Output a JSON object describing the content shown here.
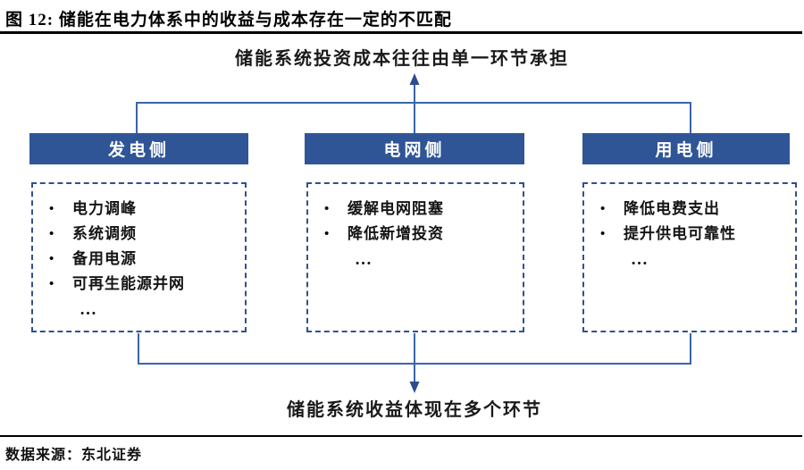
{
  "colors": {
    "header_bg": "#2f5597",
    "header_text": "#ffffff",
    "line": "#3a65a8",
    "arrow": "#2d4d8f",
    "dash_border": "#31508f",
    "text": "#141414"
  },
  "figure": {
    "title": "图 12: 储能在电力体系中的收益与成本存在一定的不匹配",
    "source": "数据来源：东北证券"
  },
  "diagram": {
    "top_label": "储能系统投资成本往往由单一环节承担",
    "bottom_label": "储能系统收益体现在多个环节",
    "bullet_glyph": "•",
    "columns": [
      {
        "header": "发电侧",
        "items": [
          "电力调峰",
          "系统调频",
          "备用电源",
          "可再生能源并网"
        ],
        "more": "…"
      },
      {
        "header": "电网侧",
        "items": [
          "缓解电网阻塞",
          "降低新增投资"
        ],
        "more": "…"
      },
      {
        "header": "用电侧",
        "items": [
          "降低电费支出",
          "提升供电可靠性"
        ],
        "more": "…"
      }
    ]
  }
}
